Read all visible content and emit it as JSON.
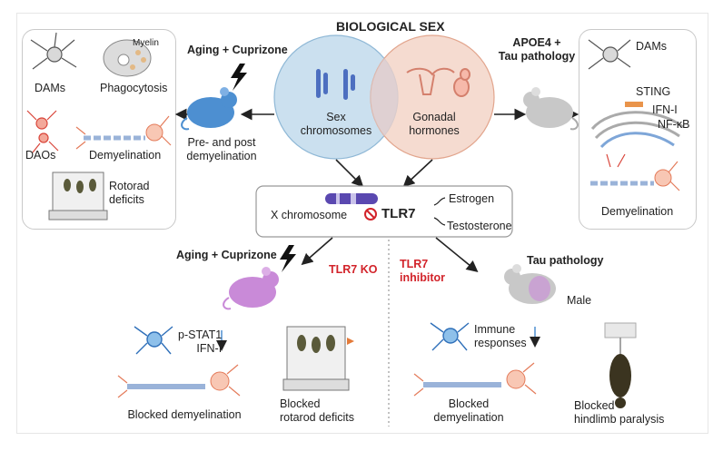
{
  "title": "BIOLOGICAL SEX",
  "venn": {
    "left": "Sex\nchromosomes",
    "right": "Gonadal\nhormones"
  },
  "left_panel": {
    "header": "Aging + Cuprizone",
    "mouse_caption": "Pre- and post\ndemyelination",
    "items": [
      "DAMs",
      "Myelin",
      "Phagocytosis",
      "DAOs",
      "Demyelination",
      "Rotorad\ndeficits"
    ]
  },
  "right_panel": {
    "header": "APOE4 +\nTau pathology",
    "items": [
      "DAMs",
      "STING",
      "IFN-I",
      "NF-κB",
      "Demyelination"
    ]
  },
  "center": {
    "x_chromosome": "X chromosome",
    "gene": "TLR7",
    "estrogen": "Estrogen",
    "testosterone": "Testosterone"
  },
  "bottom_left": {
    "header": "Aging + Cuprizone",
    "tag": "TLR7 KO",
    "markers": "p-STAT1\nIFN-I",
    "caption1": "Blocked demyelination",
    "caption2": "Blocked\nrotarod deficits"
  },
  "bottom_right": {
    "tag": "TLR7\ninhibitor",
    "header": "Tau pathology",
    "sex": "Male",
    "markers": "Immune\nresponses",
    "caption1": "Blocked\ndemyelination",
    "caption2": "Blocked\nhindlimb paralysis"
  },
  "colors": {
    "venn_left": "#b9d6ea",
    "venn_right": "#f2cfc0",
    "mouse_blue": "#4d8fd1",
    "mouse_gray": "#c8c8c8",
    "mouse_pink": "#c98ad8",
    "red": "#d2232a"
  }
}
